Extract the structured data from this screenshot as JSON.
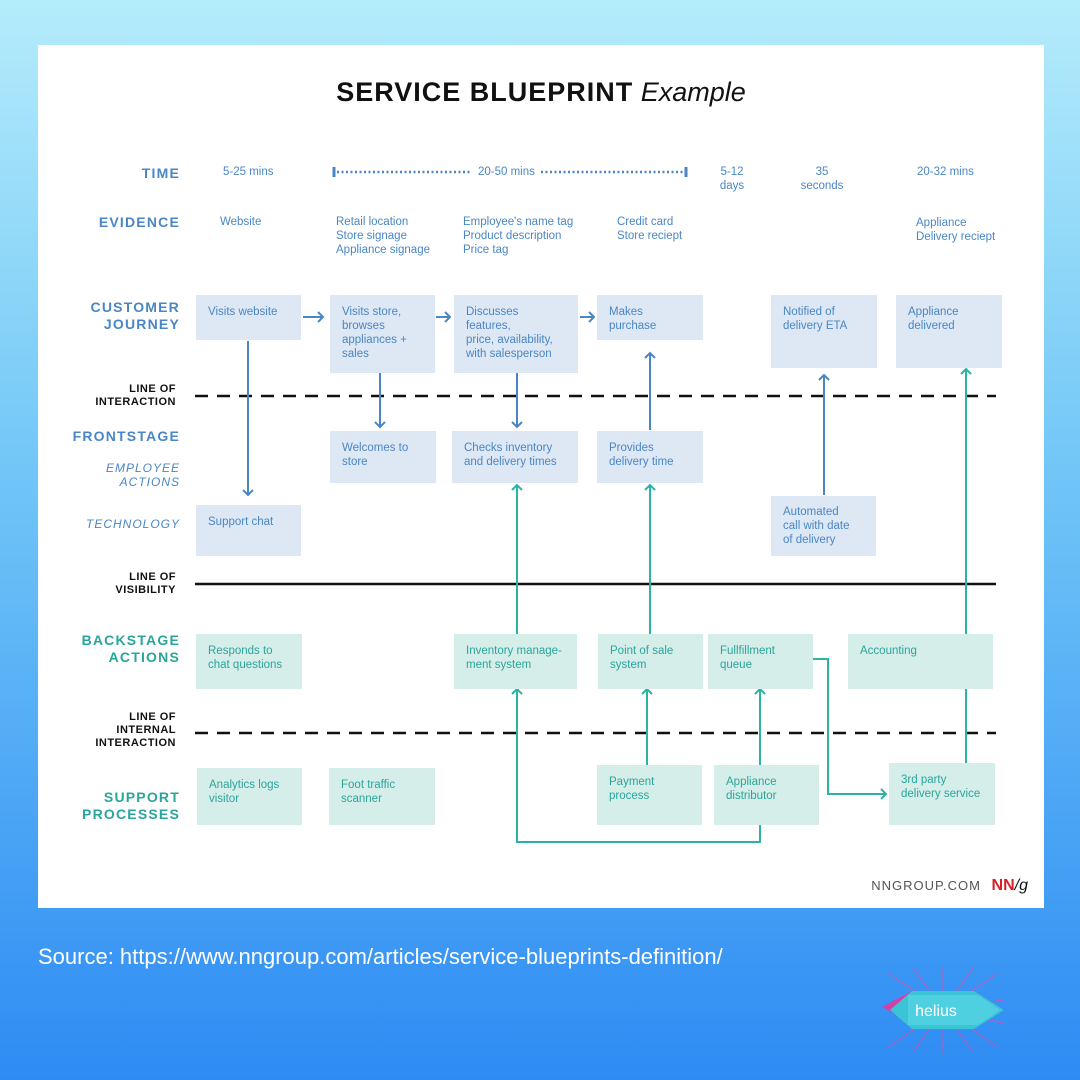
{
  "title": {
    "bold": "SERVICE BLUEPRINT",
    "italic": "Example"
  },
  "row_labels": {
    "time": "TIME",
    "evidence": "EVIDENCE",
    "customer_journey": [
      "CUSTOMER",
      "JOURNEY"
    ],
    "frontstage": "FRONTSTAGE",
    "employee_actions": [
      "EMPLOYEE",
      "ACTIONS"
    ],
    "technology": "TECHNOLOGY",
    "backstage_actions": [
      "BACKSTAGE",
      "ACTIONS"
    ],
    "support_processes": [
      "SUPPORT",
      "PROCESSES"
    ]
  },
  "line_labels": {
    "interaction": [
      "LINE OF",
      "INTERACTION"
    ],
    "visibility": [
      "LINE OF",
      "VISIBILITY"
    ],
    "internal": [
      "LINE OF",
      "INTERNAL",
      "INTERACTION"
    ]
  },
  "time": {
    "t1": "5-25 mins",
    "t2": "20-50 mins",
    "t3": [
      "5-12",
      "days"
    ],
    "t4": [
      "35",
      "seconds"
    ],
    "t5": "20-32 mins"
  },
  "evidence": {
    "e1": [
      "Website"
    ],
    "e2": [
      "Retail location",
      "Store signage",
      "Appliance signage"
    ],
    "e3": [
      "Employee's name tag",
      "Product description",
      "Price tag"
    ],
    "e4": [
      "Credit card",
      "Store reciept"
    ],
    "e5": [
      "Appliance",
      "Delivery reciept"
    ]
  },
  "customer_journey": [
    [
      "Visits website"
    ],
    [
      "Visits store,",
      "browses",
      "appliances +",
      "sales"
    ],
    [
      "Discusses features,",
      "price, availability,",
      "with salesperson"
    ],
    [
      "Makes purchase"
    ],
    [
      "Notified of",
      "delivery ETA"
    ],
    [
      "Appliance",
      "delivered"
    ]
  ],
  "frontstage": [
    [
      "Welcomes to",
      "store"
    ],
    [
      "Checks inventory",
      "and delivery times"
    ],
    [
      "Provides",
      "delivery time"
    ]
  ],
  "technology": [
    [
      "Support chat"
    ],
    [
      "Automated",
      "call with date",
      "of delivery"
    ]
  ],
  "backstage": [
    [
      "Responds to",
      "chat questions"
    ],
    [
      "Inventory manage-",
      "ment system"
    ],
    [
      "Point of sale",
      "system"
    ],
    [
      "Fullfillment",
      "queue"
    ],
    [
      "Accounting"
    ]
  ],
  "support": [
    [
      "Analytics logs",
      "visitor"
    ],
    [
      "Foot traffic",
      "scanner"
    ],
    [
      "Payment",
      "process"
    ],
    [
      "Appliance",
      "distributor"
    ],
    [
      "3rd party",
      "delivery service"
    ]
  ],
  "footer": {
    "site": "NNGROUP.COM",
    "logo_nn": "NN",
    "logo_g": "/g"
  },
  "source": "Source: https://www.nngroup.com/articles/service-blueprints-definition/",
  "brand": "helius",
  "colors": {
    "blue_box": "#dde8f4",
    "blue_text": "#4a86c5",
    "teal_box": "#d5eeea",
    "teal_text": "#2aa59a",
    "blue_arrow": "#4a86c5",
    "teal_arrow": "#2bb3a3"
  }
}
